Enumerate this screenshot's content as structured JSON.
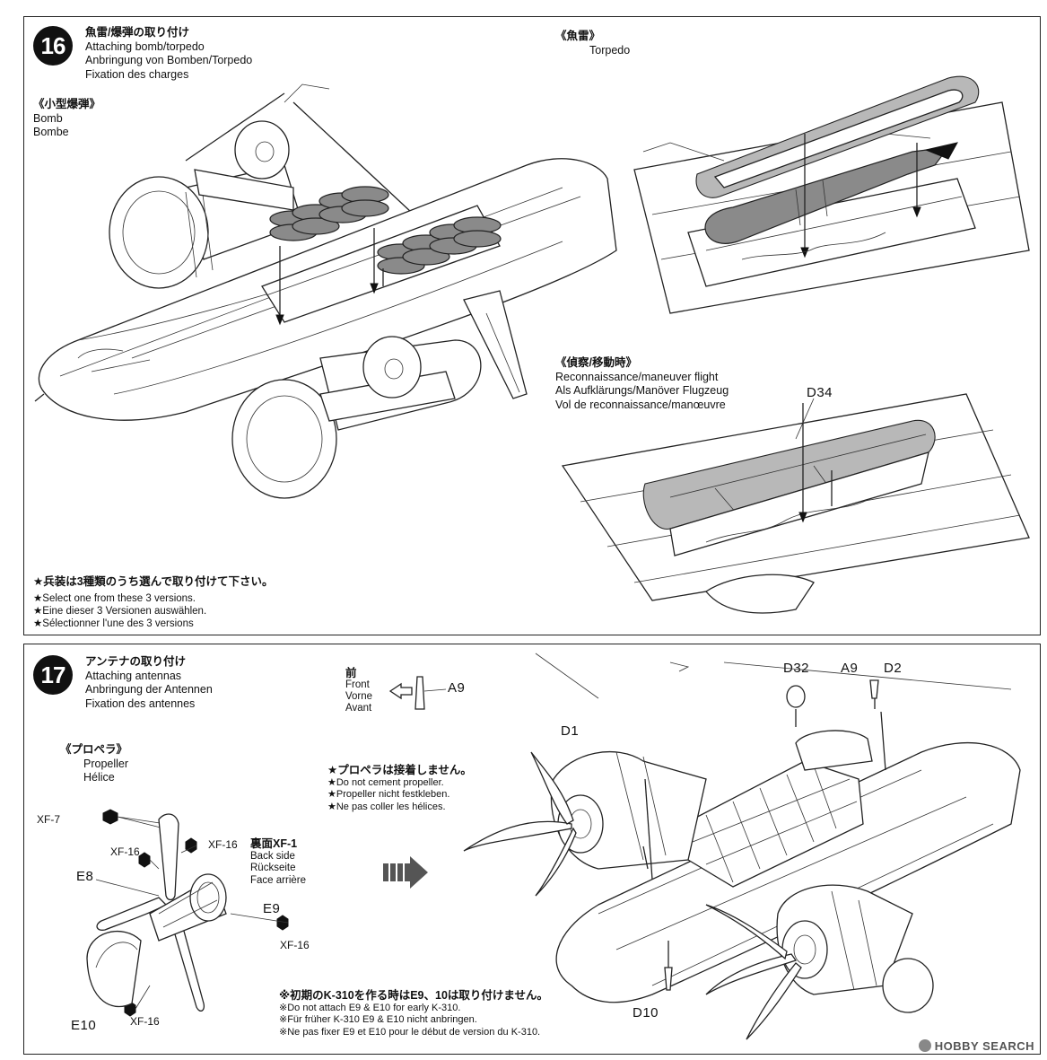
{
  "step16": {
    "number": "16",
    "title_jp": "魚雷/爆弾の取り付け",
    "title_en": "Attaching bomb/torpedo",
    "title_de": "Anbringung von Bomben/Torpedo",
    "title_fr": "Fixation des charges",
    "bomb": {
      "jp": "《小型爆弾》",
      "en": "Bomb",
      "fr": "Bombe"
    },
    "torpedo": {
      "jp": "《魚雷》",
      "en": "Torpedo"
    },
    "recon": {
      "jp": "《偵察/移動時》",
      "en": "Reconnaissance/maneuver flight",
      "de": "Als Aufklärungs/Manöver Flugzeug",
      "fr": "Vol de reconnaissance/manœuvre",
      "part": "D34"
    },
    "notes": {
      "jp": "★兵装は3種類のうち選んで取り付けて下さい。",
      "en": "★Select one from these 3 versions.",
      "de": "★Eine dieser 3 Versionen auswählen.",
      "fr": "★Sélectionner l'une des 3 versions"
    }
  },
  "step17": {
    "number": "17",
    "title_jp": "アンテナの取り付け",
    "title_en": "Attaching antennas",
    "title_de": "Anbringung der Antennen",
    "title_fr": "Fixation des antennes",
    "front": {
      "jp": "前",
      "en": "Front",
      "de": "Vorne",
      "fr": "Avant",
      "part": "A9"
    },
    "propeller": {
      "jp": "《プロペラ》",
      "en": "Propeller",
      "fr": "Hélice"
    },
    "prop_parts": {
      "xf7": "XF-7",
      "xf16_a": "XF-16",
      "xf16_b": "XF-16",
      "xf16_c": "XF-16",
      "xf16_d": "XF-16",
      "back_jp": "裏面XF-1",
      "back_en": "Back side",
      "back_de": "Rückseite",
      "back_fr": "Face arrière",
      "e8": "E8",
      "e9": "E9",
      "e10": "E10"
    },
    "prop_note": {
      "jp": "★プロペラは接着しません。",
      "en": "★Do not cement propeller.",
      "de": "★Propeller nicht festkleben.",
      "fr": "★Ne pas coller les hélices."
    },
    "early_note": {
      "jp": "※初期のK-310を作る時はE9、10は取り付けません。",
      "en": "※Do not attach E9 & E10 for early K-310.",
      "de": "※Für früher K-310 E9 & E10 nicht anbringen.",
      "fr": "※Ne pas fixer E9 et E10 pour le début de version du K-310."
    },
    "parts": {
      "d1": "D1",
      "d32": "D32",
      "a9": "A9",
      "d2": "D2",
      "d10": "D10"
    }
  },
  "watermark": "HOBBY SEARCH",
  "colors": {
    "line": "#222222",
    "part_fill": "#8a8a8a",
    "badge": "#111111"
  }
}
